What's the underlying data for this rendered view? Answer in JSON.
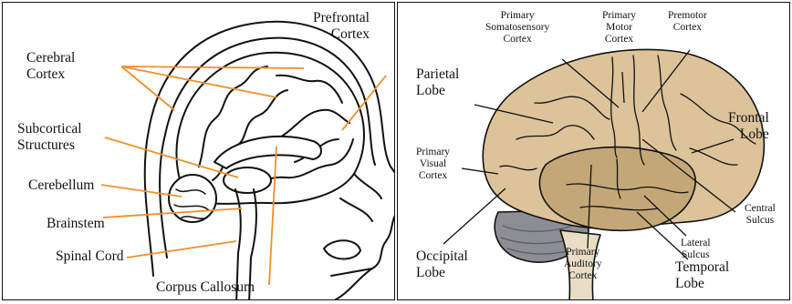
{
  "left_panel": {
    "labels": {
      "prefrontal_cortex": [
        "Prefrontal",
        "Cortex"
      ],
      "cerebral_cortex": [
        "Cerebral",
        "Cortex"
      ],
      "subcortical_structures": [
        "Subcortical",
        "Structures"
      ],
      "cerebellum": "Cerebellum",
      "brainstem": "Brainstem",
      "spinal_cord": "Spinal Cord",
      "corpus_callosum": "Corpus Callosum"
    }
  },
  "right_panel": {
    "labels": {
      "primary_somatosensory_cortex": [
        "Primary",
        "Somatosensory",
        "Cortex"
      ],
      "primary_motor_cortex": [
        "Primary",
        "Motor",
        "Cortex"
      ],
      "premotor_cortex": [
        "Premotor",
        "Cortex"
      ],
      "parietal_lobe": [
        "Parietal",
        "Lobe"
      ],
      "frontal_lobe": [
        "Frontal",
        "Lobe"
      ],
      "primary_visual_cortex": [
        "Primary",
        "Visual",
        "Cortex"
      ],
      "central_sulcus": [
        "Central",
        "Sulcus"
      ],
      "lateral_sulcus": [
        "Lateral",
        "Sulcus"
      ],
      "occipital_lobe": [
        "Occipital",
        "Lobe"
      ],
      "primary_auditory_cortex": [
        "Primary",
        "Auditory",
        "Cortex"
      ],
      "temporal_lobe": [
        "Temporal",
        "Lobe"
      ]
    }
  },
  "colors": {
    "leader_line": "#f0902a",
    "outline": "#111111",
    "cortex_tan": "#dcc39a",
    "temporal_tan": "#c4a777",
    "cerebellum_gray": "#8d8d94",
    "brainstem_beige": "#e9ddc6"
  }
}
